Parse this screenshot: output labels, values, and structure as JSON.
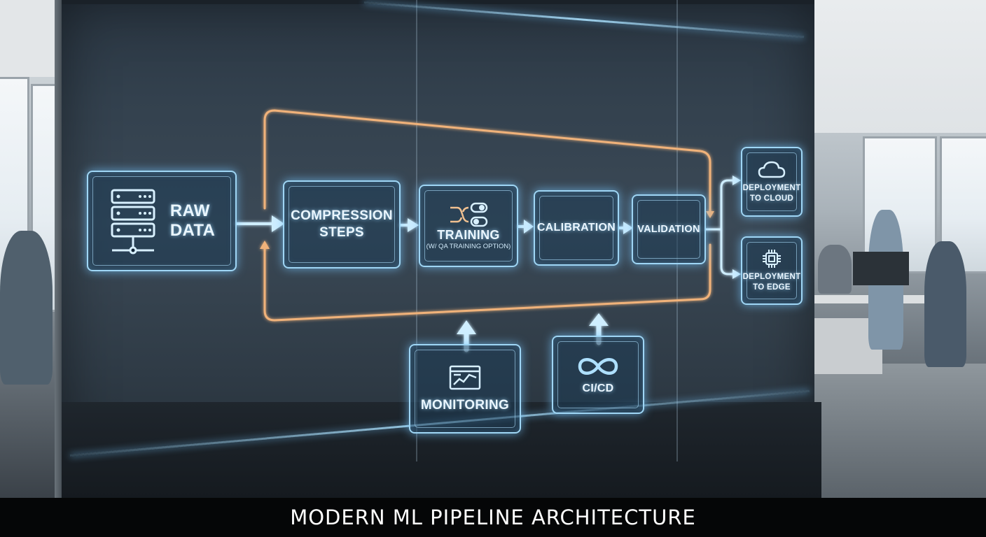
{
  "diagram": {
    "nodes": {
      "raw_data": {
        "line1": "RAW",
        "line2": "DATA",
        "icon": "server-icon"
      },
      "compression": {
        "line1": "COMPRESSION",
        "line2": "STEPS"
      },
      "training": {
        "label": "TRAINING",
        "sub": "(W/ QA TRAINING OPTION)",
        "icon": "toggle-switch-icon"
      },
      "calibration": {
        "label": "CALIBRATION"
      },
      "validation": {
        "label": "VALIDATION"
      },
      "deploy_cloud": {
        "line1": "DEPLOYMENT",
        "line2": "TO CLOUD",
        "icon": "cloud-icon"
      },
      "deploy_edge": {
        "line1": "DEPLOYMENT",
        "line2": "TO EDGE",
        "icon": "chip-icon"
      },
      "monitoring": {
        "label": "MONITORING",
        "icon": "monitor-chart-icon"
      },
      "cicd": {
        "label": "CI/CD",
        "icon": "infinity-icon"
      }
    },
    "colors": {
      "node_glow": "#9fd6f5",
      "loop_line": "#f0b27a",
      "arrow": "#cfeeff"
    }
  },
  "caption": "MODERN ML PIPELINE ARCHITECTURE"
}
